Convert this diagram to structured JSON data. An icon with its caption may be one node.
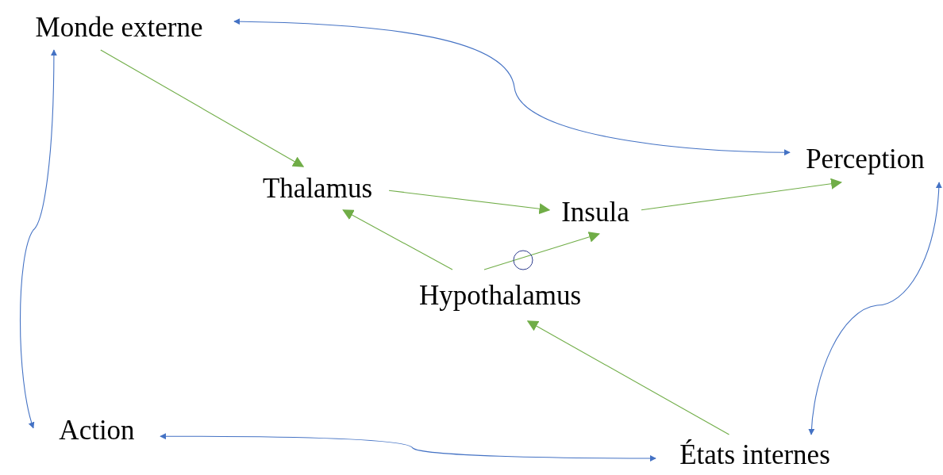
{
  "diagram": {
    "nodes": [
      {
        "text": [
          "Monde externe"
        ]
      },
      {
        "text": [
          "Perception"
        ]
      },
      {
        "text": [
          "Thalamus"
        ]
      },
      {
        "text": [
          "Insula"
        ]
      },
      {
        "text": [
          "Hypothalamus"
        ]
      },
      {
        "text": [
          "Action"
        ]
      },
      {
        "text": [
          "États internes"
        ]
      }
    ],
    "edges": [
      {
        "from": 0,
        "to": 1,
        "arrow": "both",
        "color": "#4472c4"
      },
      {
        "from": 0,
        "to": 5,
        "arrow": "both",
        "color": "#4472c4"
      },
      {
        "from": 1,
        "to": 6,
        "arrow": "both",
        "color": "#4472c4"
      },
      {
        "from": 5,
        "to": 6,
        "arrow": "both",
        "color": "#4472c4"
      },
      {
        "from": 0,
        "to": 2,
        "arrow": "to"
      },
      {
        "from": 2,
        "to": 3,
        "arrow": "to"
      },
      {
        "from": 3,
        "to": 1,
        "arrow": "to"
      },
      {
        "from": 4,
        "to": 2,
        "arrow": "to"
      },
      {
        "from": 4,
        "to": 3,
        "arrow": "to"
      },
      {
        "from": 6,
        "to": 4,
        "arrow": "to"
      }
    ]
  }
}
